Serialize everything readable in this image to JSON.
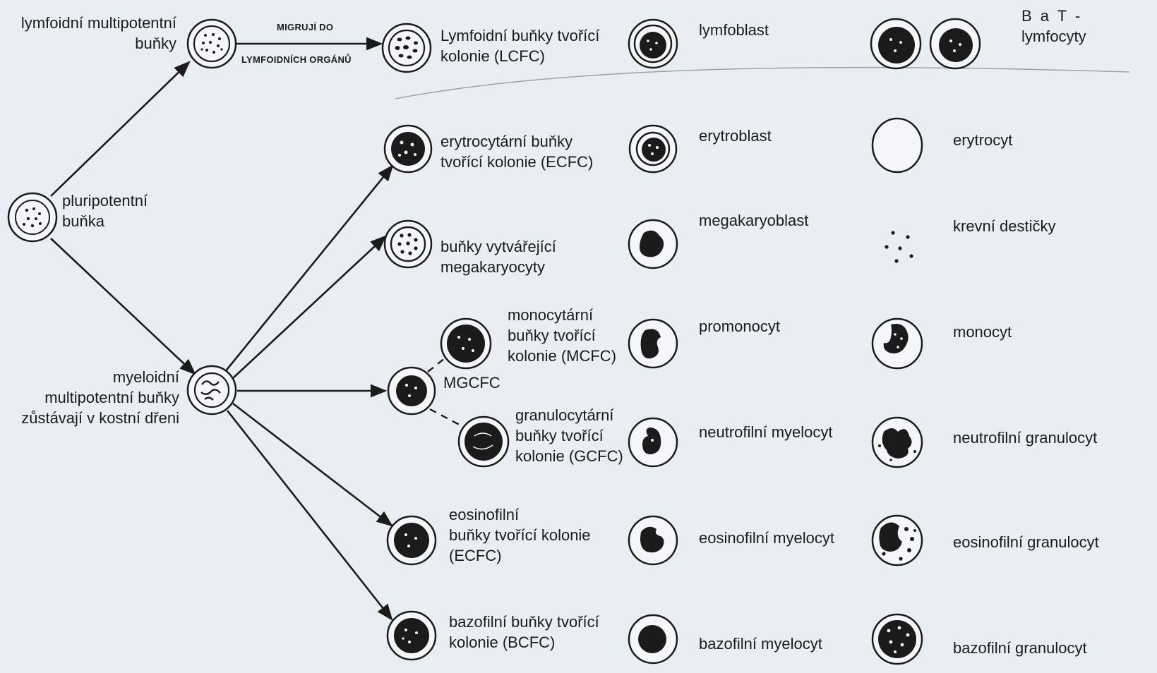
{
  "stem": {
    "lymphoid_multipotent": [
      "lymfoidní multipotentní",
      "buňky"
    ],
    "pluripotent": [
      "pluripotentní",
      "buňka"
    ],
    "myeloid_multipotent": [
      "myeloidní",
      "multipotentní buňky",
      "zůstávají  v kostní dřeni"
    ],
    "migration_top": "MIGRUJÍ DO",
    "migration_bottom": "LYMFOIDNÍCH ORGÁNŮ"
  },
  "progenitors": {
    "lcfc": [
      "Lymfoidní buňky tvořící",
      "kolonie (LCFC)"
    ],
    "ecfc_ery": [
      "erytrocytární buňky",
      "tvořící kolonie (ECFC)"
    ],
    "mega": [
      "buňky vytvářející",
      "megakaryocyty"
    ],
    "mcfc": [
      "monocytární",
      "buňky tvořící",
      "kolonie (MCFC)"
    ],
    "mgcfc": "MGCFC",
    "gcfc": [
      "granulocytární",
      "buňky tvořící",
      "kolonie (GCFC)"
    ],
    "ecfc_eos": [
      "eosinofilní",
      "buňky tvořící  kolonie",
      "(ECFC)"
    ],
    "bcfc": [
      "bazofilní buňky tvořící",
      "kolonie (BCFC)"
    ]
  },
  "blasts": {
    "lymphoblast": "lymfoblast",
    "erythroblast": "erytroblast",
    "megakaryoblast": "megakaryoblast",
    "promonocyte": "promonocyt",
    "neutro_myelocyte": "neutrofilní myelocyt",
    "eos_myelocyte": "eosinofilní myelocyt",
    "baso_myelocyte": "bazofilní  myelocyt"
  },
  "mature": {
    "lymphocytes": [
      "B a T -",
      "lymfocyty"
    ],
    "erythrocyte": "erytrocyt",
    "platelets": "krevní destičky",
    "monocyte": "monocyt",
    "neutro_granulocyte": "neutrofilní granulocyt",
    "eos_granulocyte": "eosinofilní granulocyt",
    "baso_granulocyte": "bazofilní  granulocyt"
  },
  "colors": {
    "background": "#e9edf4",
    "ink": "#1b1b1b",
    "cell_fill": "#f4f6fa"
  }
}
